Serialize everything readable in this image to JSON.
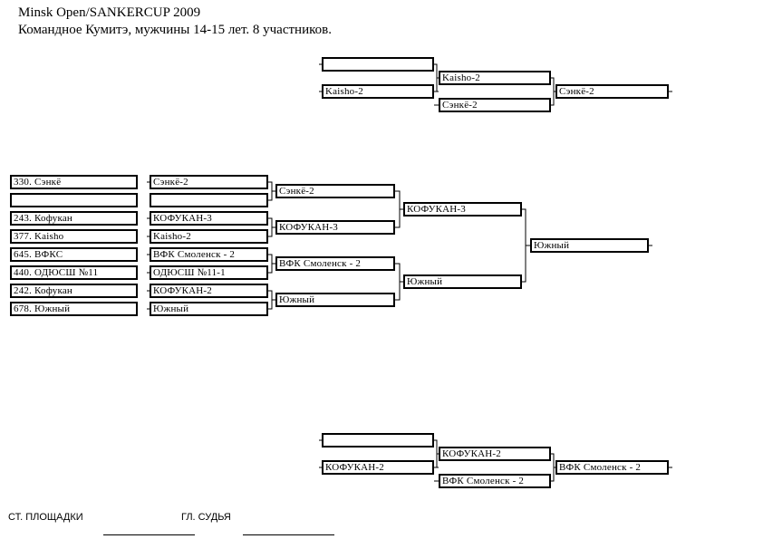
{
  "header": {
    "title": "Minsk Open/SANKERCUP 2009",
    "subtitle": "Командное Кумитэ, мужчины 14-15 лет. 8 участников."
  },
  "participants": [
    "330. Сэнкё",
    "",
    "243. Кофукан",
    "377. Kaisho",
    "645. ВФКС",
    "440. ОДЮСШ №11",
    "242. Кофукан",
    "678. Южный"
  ],
  "round1": [
    "Сэнкё-2",
    "",
    "КОФУКАН-3",
    "Kaisho-2",
    "ВФК Смоленск - 2",
    "ОДЮСШ №11-1",
    "КОФУКАН-2",
    "Южный"
  ],
  "quarterfinals": [
    "Сэнкё-2",
    "КОФУКАН-3",
    "ВФК Смоленск - 2",
    "Южный"
  ],
  "semifinals": [
    "КОФУКАН-3",
    "Южный"
  ],
  "final": {
    "winner": "Южный"
  },
  "repechage_top": {
    "r1": [
      "",
      "Kaisho-2"
    ],
    "r2": [
      "Kaisho-2",
      "Сэнкё-2"
    ],
    "result": "Сэнкё-2"
  },
  "repechage_bottom": {
    "r1": [
      "",
      "КОФУКАН-2"
    ],
    "r2": [
      "КОФУКАН-2",
      "ВФК Смоленск - 2"
    ],
    "result": "ВФК Смоленск - 2"
  },
  "footer": {
    "referee_label": "СТ. ПЛОЩАДКИ",
    "chief_judge_label": "ГЛ. СУДЬЯ"
  }
}
